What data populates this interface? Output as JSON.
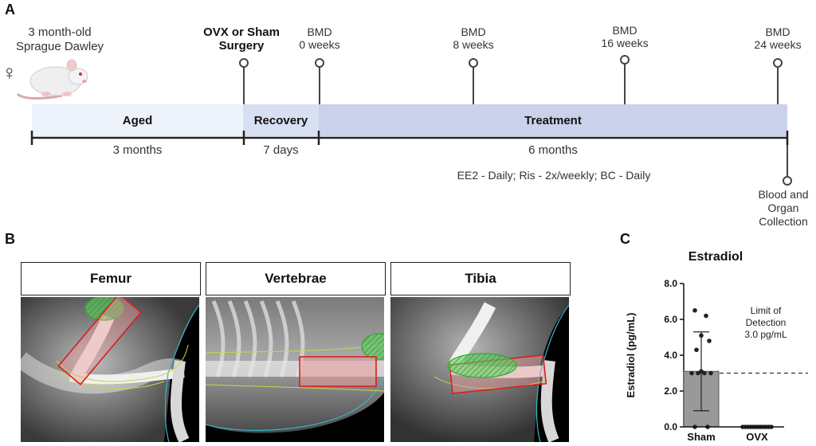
{
  "panels": {
    "a": "A",
    "b": "B",
    "c": "C"
  },
  "timeline": {
    "animal_label": [
      "3 month-old",
      "Sprague Dawley"
    ],
    "sex_symbol": "♀",
    "surgery_label": [
      "OVX or Sham",
      "Surgery"
    ],
    "bmd_markers": [
      {
        "line1": "BMD",
        "line2": "0 weeks"
      },
      {
        "line1": "BMD",
        "line2": "8 weeks"
      },
      {
        "line1": "BMD",
        "line2": "16 weeks"
      },
      {
        "line1": "BMD",
        "line2": "24 weeks"
      }
    ],
    "phases": [
      {
        "name": "Aged",
        "duration": "3 months",
        "color": "#eef3fb"
      },
      {
        "name": "Recovery",
        "duration": "7 days",
        "color": "#d7e0f2"
      },
      {
        "name": "Treatment",
        "duration": "6 months",
        "color": "#c9d2ea"
      }
    ],
    "treatment_note": "EE2 - Daily; Ris - 2x/weekly; BC - Daily",
    "end_label": [
      "Blood and",
      "Organ",
      "Collection"
    ]
  },
  "images": [
    {
      "title": "Femur"
    },
    {
      "title": "Vertebrae"
    },
    {
      "title": "Tibia"
    }
  ],
  "chart_data": {
    "type": "bar",
    "title": "Estradiol",
    "ylabel": "Estradiol (pg/mL)",
    "xlabel": "",
    "categories": [
      "Sham",
      "OVX"
    ],
    "values": [
      3.1,
      0.0
    ],
    "error_sd": [
      2.2,
      0.0
    ],
    "points": {
      "Sham": [
        6.5,
        6.2,
        5.1,
        4.8,
        4.3,
        3.1,
        3.0,
        3.0,
        3.0,
        3.0,
        0.0,
        0.0
      ],
      "OVX": [
        0,
        0,
        0,
        0,
        0,
        0,
        0,
        0,
        0,
        0,
        0,
        0
      ]
    },
    "ylim": [
      0,
      8
    ],
    "yticks": [
      "0.0",
      "2.0",
      "4.0",
      "6.0",
      "8.0"
    ],
    "reference_line": {
      "value": 3.0,
      "label": [
        "Limit of",
        "Detection",
        "3.0 pg/mL"
      ]
    },
    "bar_color": "#999999"
  }
}
